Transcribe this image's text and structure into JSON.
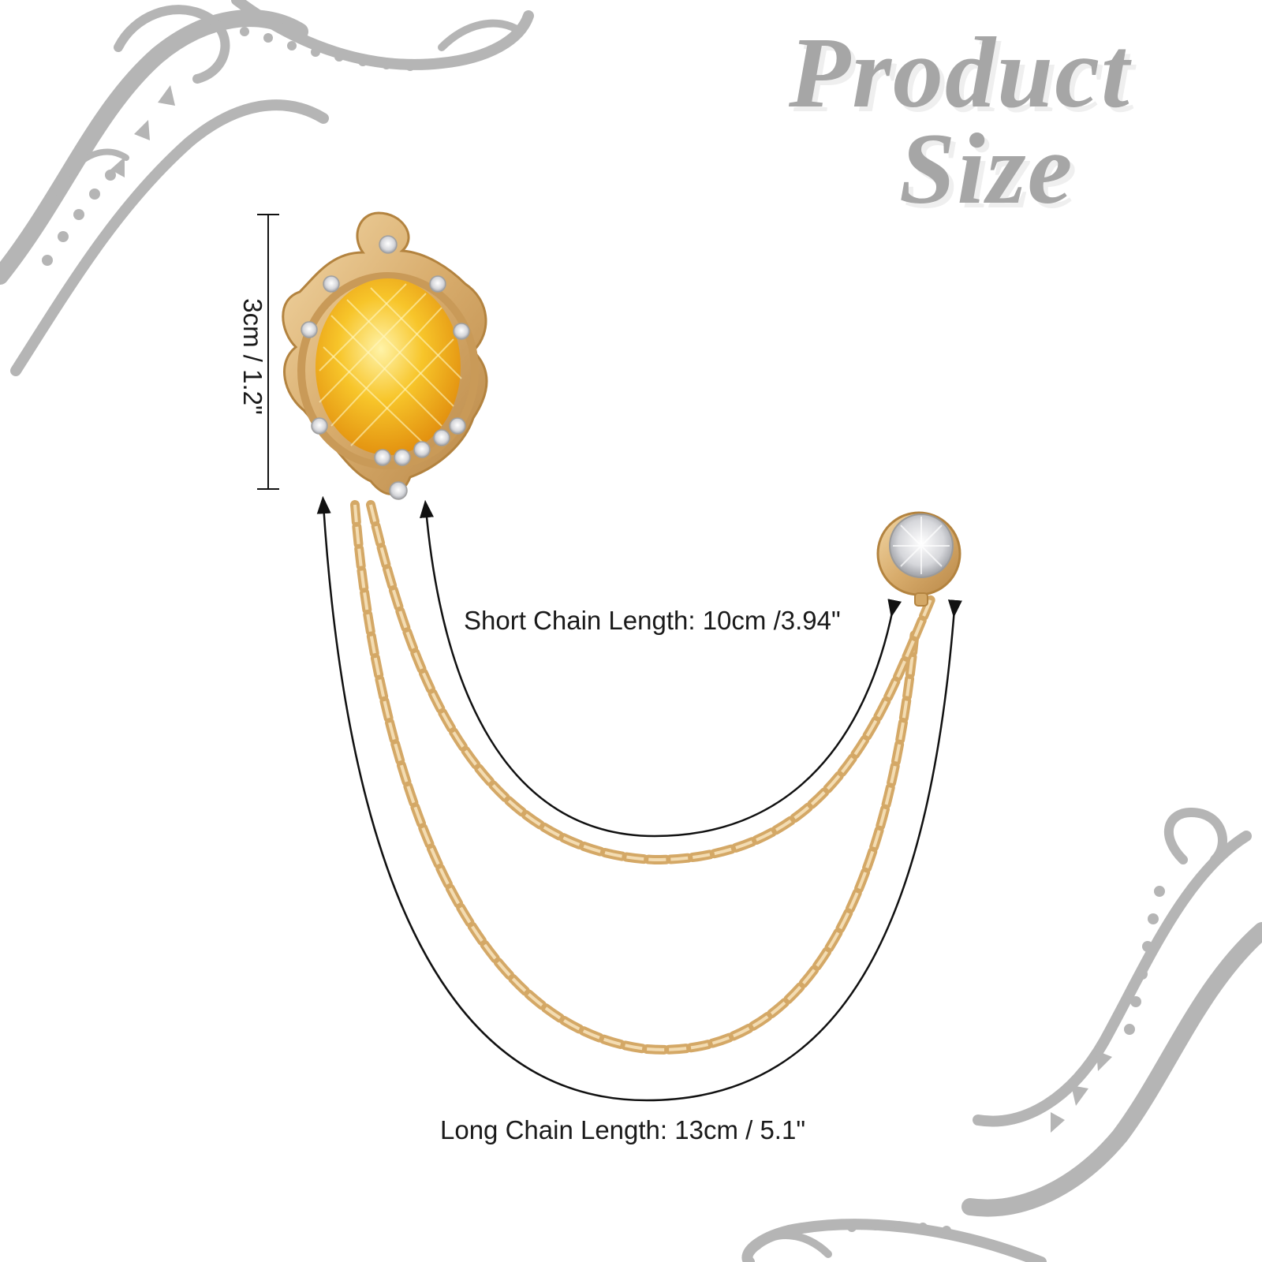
{
  "title": {
    "line1": "Product",
    "line2": "Size"
  },
  "dimensions": {
    "height": "3cm / 1.2\"",
    "short_chain": "Short Chain Length: 10cm /3.94\"",
    "long_chain": "Long Chain Length: 13cm / 5.1\""
  },
  "colors": {
    "background": "#ffffff",
    "ornament": "#b5b5b5",
    "gold": "#d9b27a",
    "gem_yellow": "#f5b81f",
    "rhinestone": "#e8e8ea",
    "annotation": "#111111"
  }
}
